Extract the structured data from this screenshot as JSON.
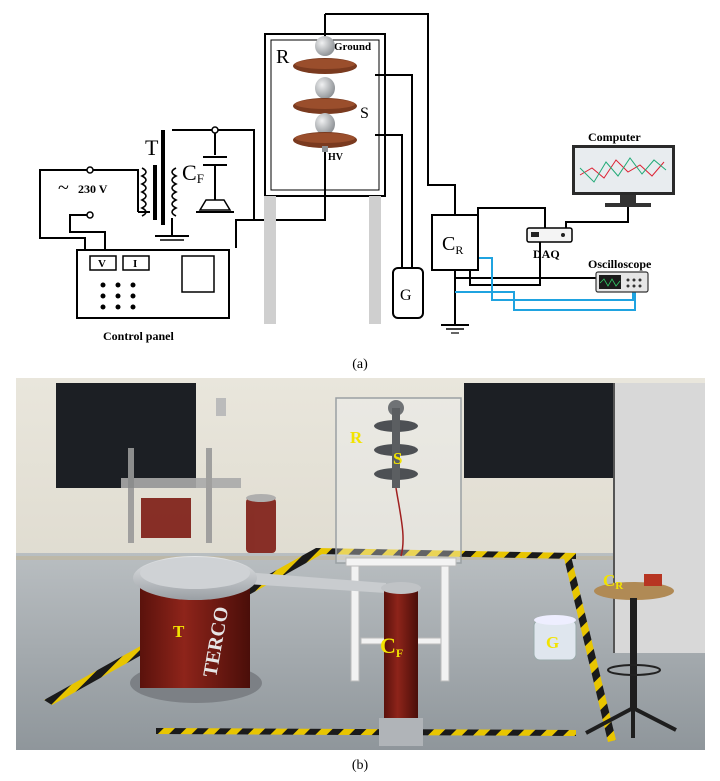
{
  "panel_a": {
    "caption": "(a)",
    "supply": "230 V",
    "tilde": "~",
    "transformer": "T",
    "cap_f": "C",
    "cap_f_sub": "F",
    "chamber": "R",
    "ground": "Ground",
    "sample": "S",
    "hv": "HV",
    "cap_r": "C",
    "cap_r_sub": "R",
    "g": "G",
    "daq": "DAQ",
    "computer": "Computer",
    "oscilloscope": "Oscilloscope",
    "meter_v": "V",
    "meter_i": "I",
    "control_panel": "Control panel"
  },
  "panel_b": {
    "caption": "(b)",
    "r": "R",
    "s": "S",
    "t": "T",
    "cf": "C",
    "cf_sub": "F",
    "cr": "C",
    "cr_sub": "R",
    "g": "G",
    "brand": "TERCO"
  },
  "colors": {
    "insulator_disc": "#7a3a1f",
    "insulator_cap": "#b8bcc0",
    "signal_wire": "#1fa3e0",
    "label_yellow": "#f2e300",
    "cylinder_red": "#7e1c14"
  }
}
